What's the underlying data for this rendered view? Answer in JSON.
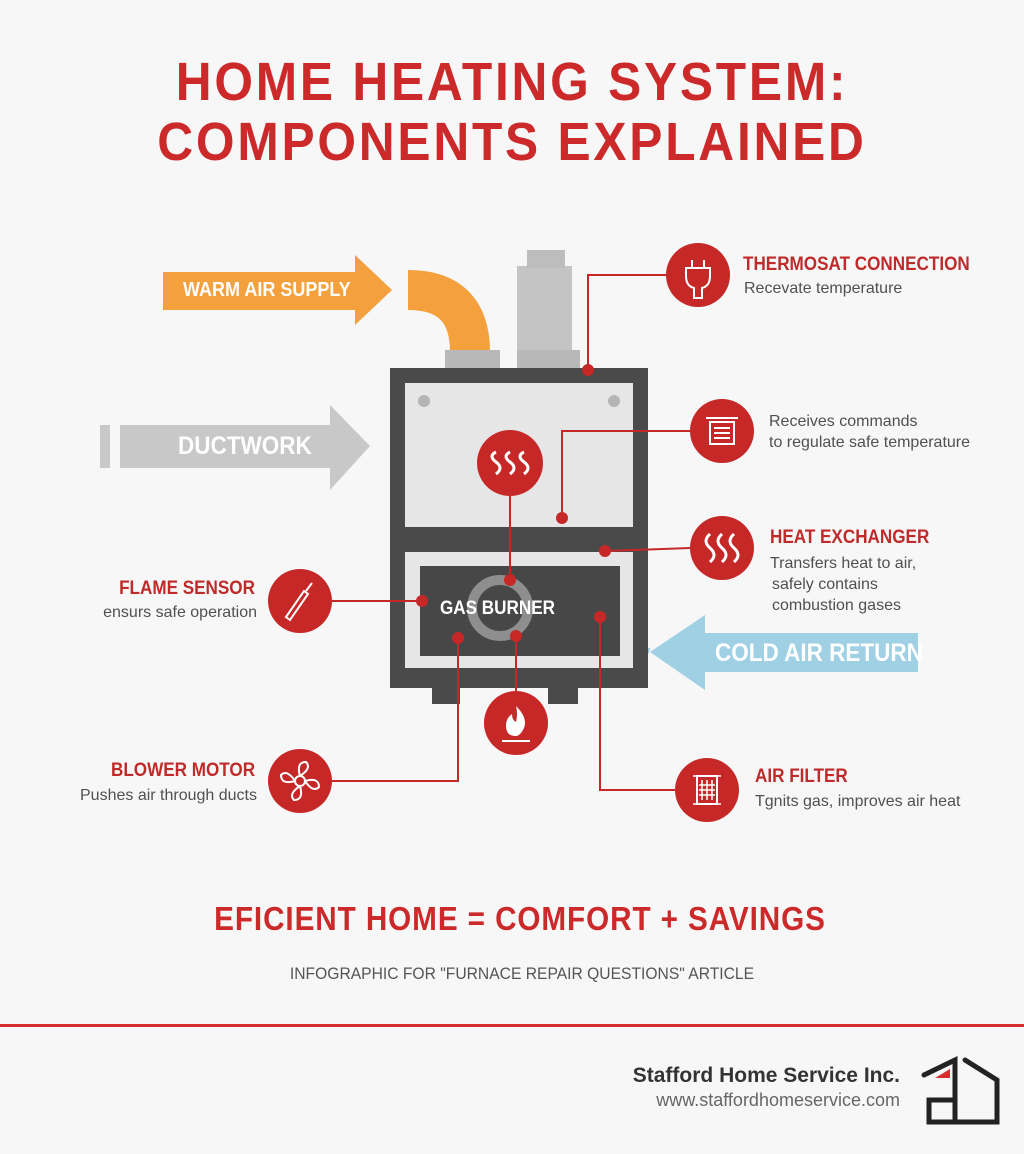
{
  "title": {
    "line1": "HOME HEATING SYSTEM:",
    "line2": "COMPONENTS EXPLAINED"
  },
  "arrows": {
    "warm_air": "WARM AIR SUPPLY",
    "ductwork": "DUCTWORK",
    "cold_air": "COLD AIR RETURN"
  },
  "furnace": {
    "burner_label": "GAS BURNER"
  },
  "components": {
    "thermostat": {
      "title": "THERMOSAT CONNECTION",
      "desc": "Recevate temperature"
    },
    "control": {
      "desc_line1": "Receives commands",
      "desc_line2": "to regulate safe temperature"
    },
    "heat_exchanger": {
      "title": "HEAT EXCHANGER",
      "desc_line1": "Transfers heat to air,",
      "desc_line2": "safely contains",
      "desc_line3": "combustion gases"
    },
    "flame_sensor": {
      "title": "FLAME SENSOR",
      "desc": "ensurs safe operation"
    },
    "blower_motor": {
      "title": "BLOWER MOTOR",
      "desc": "Pushes air through ducts"
    },
    "air_filter": {
      "title": "AIR FILTER",
      "desc": "Tgnits gas, improves air heat"
    }
  },
  "tagline": "EFICIENT HOME = COMFORT + SAVINGS",
  "caption": "INFOGRAPHIC FOR \"FURNACE REPAIR QUESTIONS\" ARTICLE",
  "footer": {
    "company": "Stafford Home Service Inc.",
    "website": "www.staffordhomeservice.com"
  },
  "colors": {
    "red": "#c62828",
    "orange": "#f4a03c",
    "blue": "#9fd0e4",
    "gray": "#c8c8c8",
    "dark": "#4a4a4a"
  }
}
